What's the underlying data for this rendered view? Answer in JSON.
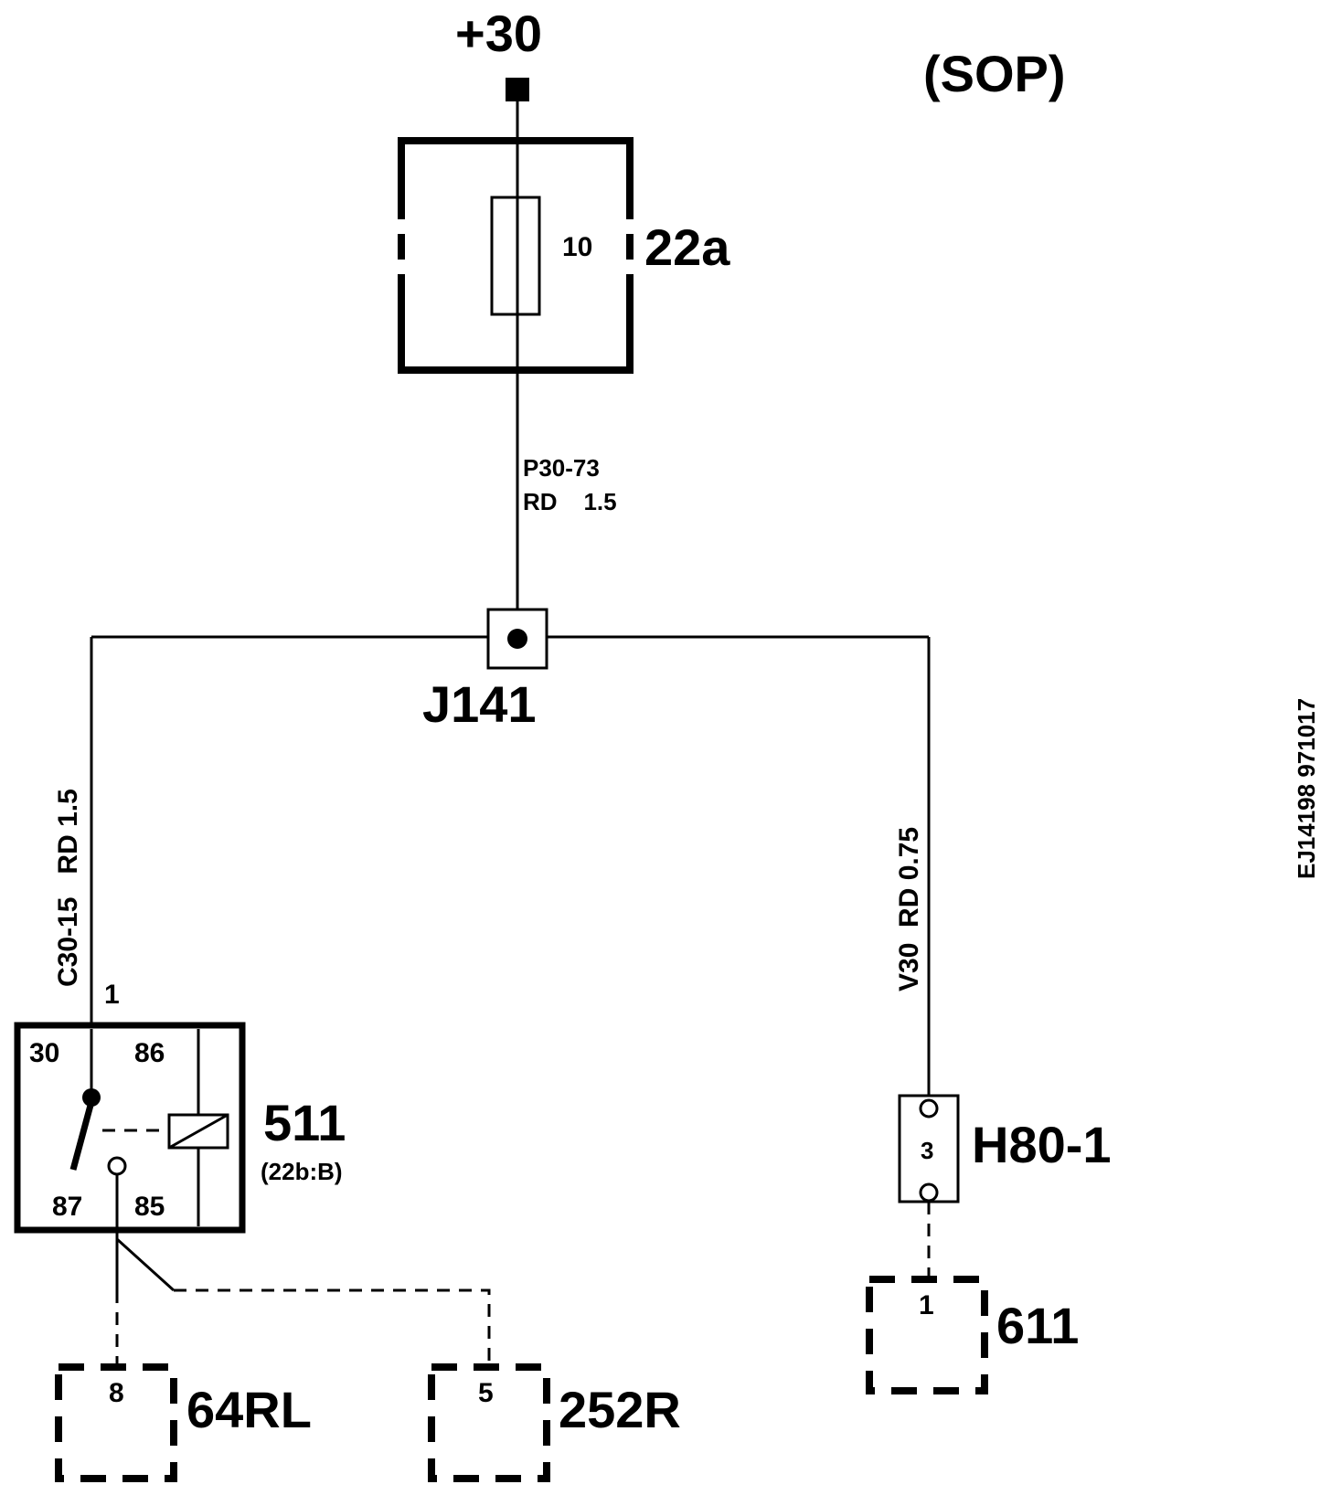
{
  "supply": "+30",
  "variant": "(SOP)",
  "fuse": {
    "id": "22a",
    "rating": "10"
  },
  "wires": {
    "main": {
      "code": "P30-73",
      "spec": "RD    1.5"
    },
    "left": "C30-15   RD 1.5",
    "right": "V30  RD 0.75"
  },
  "junction": "J141",
  "relay": {
    "id": "511",
    "ref": "(22b:B)",
    "input_pin": "1",
    "terminals": {
      "t30": "30",
      "t86": "86",
      "t87": "87",
      "t85": "85"
    }
  },
  "connector_h80": {
    "id": "H80-1",
    "pin": "3"
  },
  "components": [
    {
      "id": "64RL",
      "pin": "8"
    },
    {
      "id": "252R",
      "pin": "5"
    },
    {
      "id": "611",
      "pin": "1"
    }
  ],
  "doc_code": "EJ14198 971017"
}
